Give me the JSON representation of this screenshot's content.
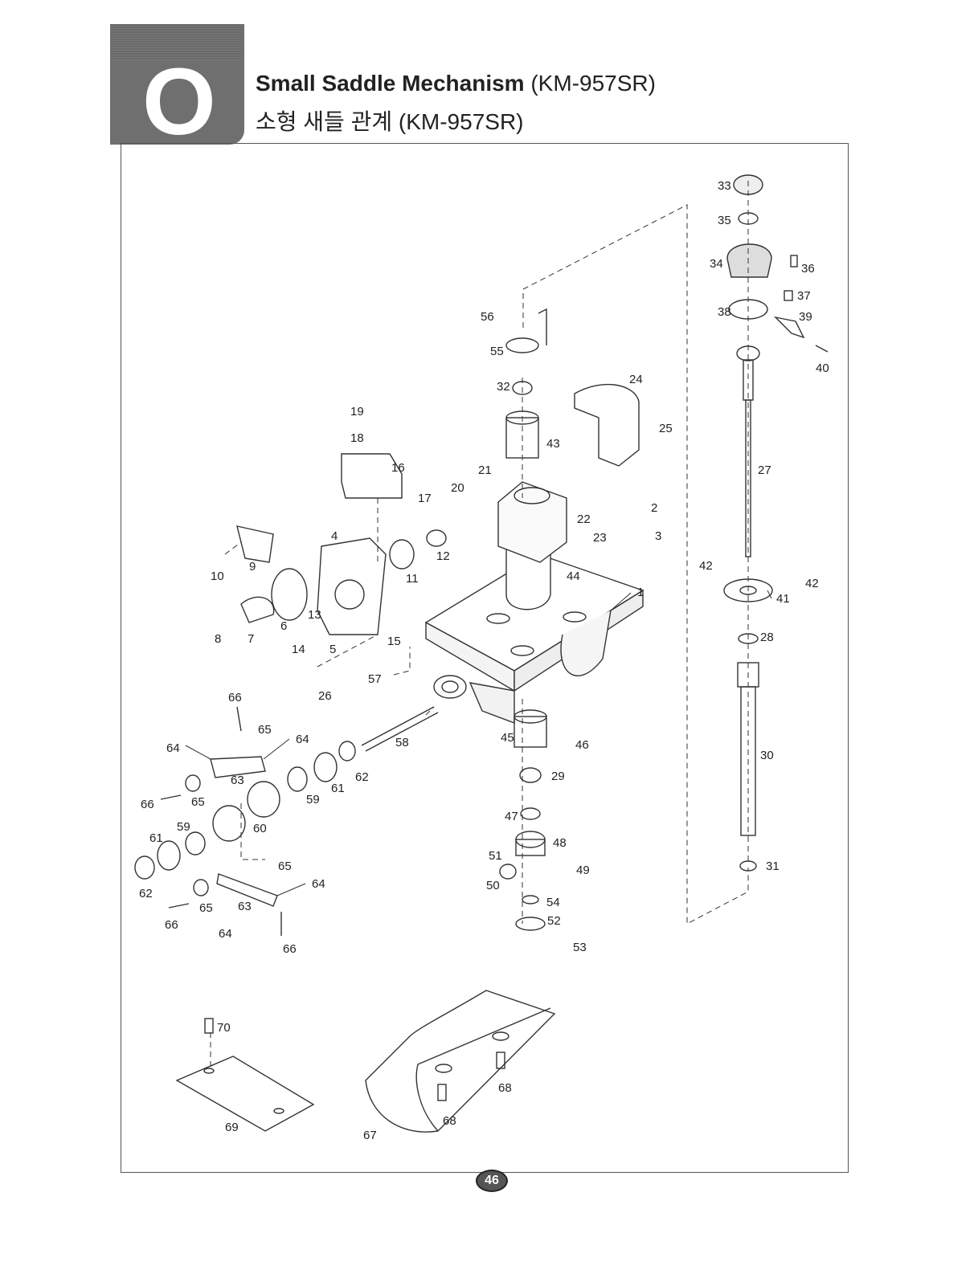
{
  "header": {
    "section_letter": "O",
    "title_en_bold": "Small Saddle Mechanism",
    "title_en_model": " (KM-957SR)",
    "title_ko": "소형 새들 관계 (KM-957SR)"
  },
  "callouts": [
    "1",
    "2",
    "3",
    "4",
    "5",
    "6",
    "7",
    "8",
    "9",
    "10",
    "11",
    "12",
    "13",
    "14",
    "15",
    "16",
    "17",
    "18",
    "19",
    "20",
    "21",
    "22",
    "23",
    "24",
    "25",
    "26",
    "27",
    "28",
    "29",
    "30",
    "31",
    "32",
    "33",
    "34",
    "35",
    "36",
    "37",
    "38",
    "39",
    "40",
    "41",
    "42",
    "43",
    "44",
    "45",
    "46",
    "47",
    "48",
    "49",
    "50",
    "51",
    "52",
    "53",
    "54",
    "55",
    "56",
    "57",
    "58",
    "59",
    "60",
    "61",
    "62",
    "63",
    "64",
    "65",
    "66",
    "67",
    "68",
    "69",
    "70"
  ],
  "footer": {
    "page_number": "46"
  }
}
